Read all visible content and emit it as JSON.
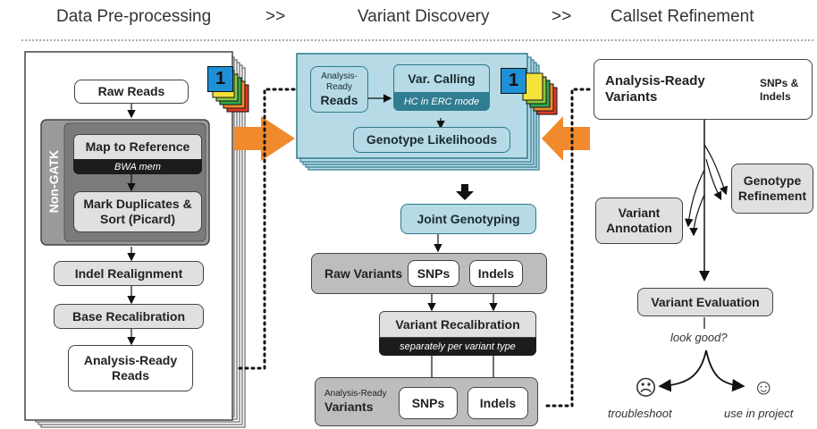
{
  "headers": {
    "preprocessing": "Data Pre-processing",
    "sep1": ">>",
    "discovery": "Variant Discovery",
    "sep2": ">>",
    "refinement": "Callset Refinement"
  },
  "preprocessing": {
    "raw_reads": "Raw Reads",
    "non_gatk": "Non-GATK",
    "map_to_reference": "Map to Reference",
    "bwa_mem": "BWA mem",
    "mark_duplicates": "Mark Duplicates & Sort (Picard)",
    "indel_realignment": "Indel Realignment",
    "base_recalibration": "Base Recalibration",
    "analysis_ready_reads": "Analysis-Ready Reads",
    "stack_number": "1"
  },
  "discovery": {
    "analysis_ready_reads_small": "Analysis-Ready",
    "analysis_ready_reads_big": "Reads",
    "var_calling": "Var. Calling",
    "hc_erc": "HC in ERC mode",
    "genotype_likelihoods": "Genotype Likelihoods",
    "stack_number": "1",
    "joint_genotyping": "Joint Genotyping",
    "raw_variants": "Raw Variants",
    "snps": "SNPs",
    "indels": "Indels",
    "variant_recalibration": "Variant Recalibration",
    "separately": "separately per variant type",
    "arv_small": "Analysis-Ready",
    "arv_big": "Variants",
    "snps2": "SNPs",
    "indels2": "Indels"
  },
  "refinement": {
    "arv": "Analysis-Ready Variants",
    "snps_indels": "SNPs & Indels",
    "genotype_refinement": "Genotype Refinement",
    "variant_annotation": "Variant Annotation",
    "variant_evaluation": "Variant Evaluation",
    "look_good": "look good?",
    "sad_face": "☹",
    "happy_face": "☺",
    "troubleshoot": "troubleshoot",
    "use_in_project": "use in project"
  },
  "colors": {
    "teal_light": "#b6dbe6",
    "teal_dark": "#2f7d91",
    "orange_arrow": "#f08a2c",
    "number_blue": "#1e90d6",
    "stack_colors": [
      "#f5e23a",
      "#8cc63f",
      "#2fa84f",
      "#f08a2c",
      "#e03a2a"
    ]
  }
}
